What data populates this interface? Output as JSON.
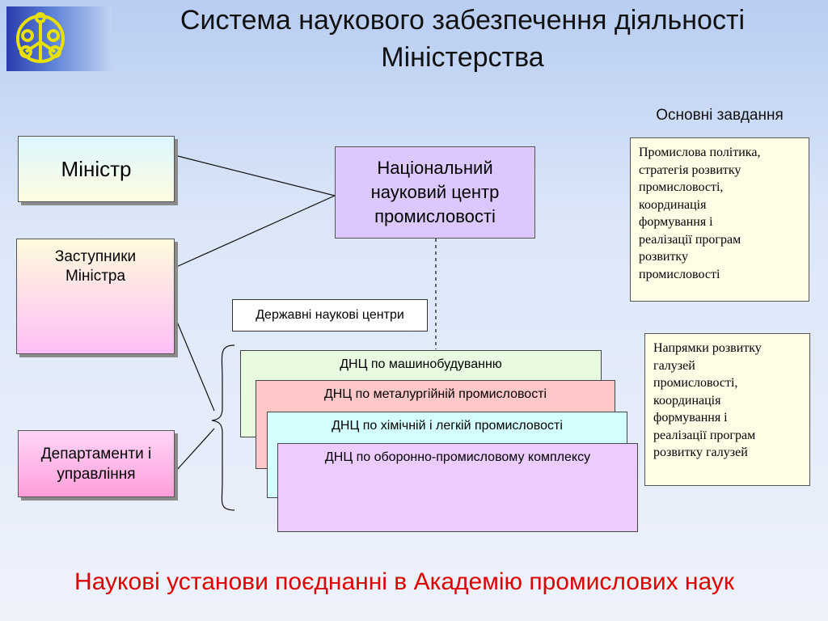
{
  "title": {
    "line1": "Система наукового забезпечення діяльності",
    "line2": "Міністерства"
  },
  "logo": {
    "icon": "ministry-emblem-icon"
  },
  "tasks_heading": "Основні завдання",
  "nodes": {
    "minister": "Міністр",
    "deputies": {
      "line1": "Заступники",
      "line2": "Міністра"
    },
    "departments": {
      "line1": "Департаменти і",
      "line2": "управління"
    },
    "national_center": {
      "line1": "Національний",
      "line2": "науковий центр",
      "line3": "промисловості"
    },
    "state_centers": "Державні наукові центри"
  },
  "dnc": [
    "ДНЦ по машинобудуванню",
    "ДНЦ по металургійній промисловості",
    "ДНЦ по хімічній і легкій промисловості",
    "ДНЦ по оборонно-промисловому комплексу"
  ],
  "tasks": [
    [
      "Промислова політика,",
      "стратегія розвитку",
      "промисловості,",
      "координація",
      "формування і",
      "реалізації програм",
      "розвитку",
      "промисловості"
    ],
    [
      "Напрямки розвитку",
      "галузей",
      "промисловості,",
      "координація",
      "формування і",
      "реалізації програм",
      "розвитку галузей"
    ]
  ],
  "footer": "Наукові установи поєднанні в Академію промислових наук",
  "colors": {
    "footer_text": "#dd0000",
    "logo_symbol": "#e8e000",
    "logo_bg": "#2a3cae"
  }
}
